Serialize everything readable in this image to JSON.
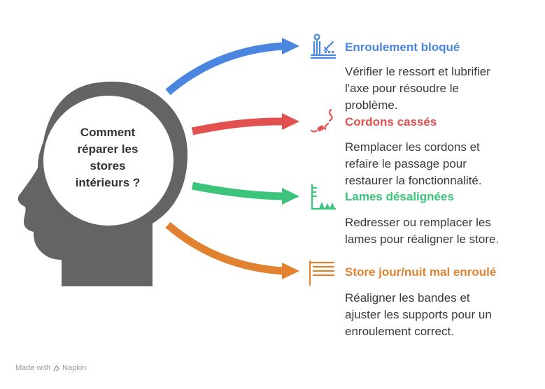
{
  "center": {
    "lines": [
      "Comment",
      "réparer les",
      "stores",
      "intérieurs ?"
    ]
  },
  "items": [
    {
      "title": "Enroulement bloqué",
      "desc_lines": [
        "Vérifier le ressort et lubrifier",
        "l'axe pour résoudre le",
        "problème."
      ],
      "color": "#4a86e0",
      "icon": "roller-mechanism-icon"
    },
    {
      "title": "Cordons cassés",
      "desc_lines": [
        "Remplacer les cordons et",
        "refaire le passage pour",
        "restaurer la fonctionnalité."
      ],
      "color": "#e35050",
      "icon": "broken-cord-icon"
    },
    {
      "title": "Lames désalignées",
      "desc_lines": [
        "Redresser ou remplacer les",
        "lames pour réaligner le store."
      ],
      "color": "#3cc47a",
      "icon": "misaligned-slats-icon"
    },
    {
      "title": "Store jour/nuit mal enroulé",
      "desc_lines": [
        "Réaligner les bandes et",
        "ajuster les supports pour un",
        "enroulement correct."
      ],
      "color": "#e0822f",
      "icon": "day-night-blind-icon"
    }
  ],
  "footer": {
    "made_with": "Made with",
    "brand": "Napkin"
  }
}
